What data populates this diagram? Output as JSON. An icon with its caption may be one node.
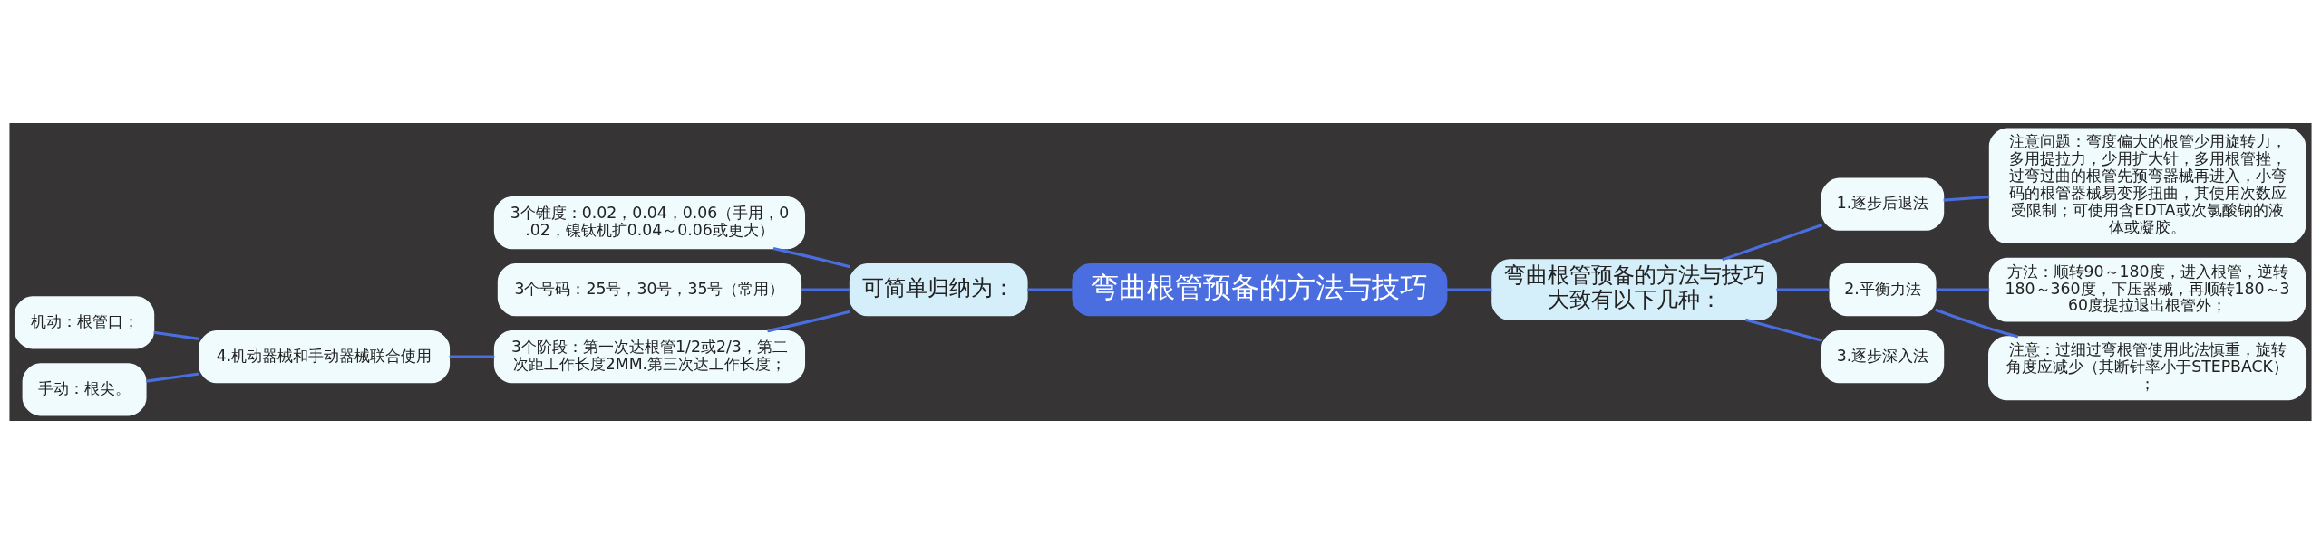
{
  "diagram": {
    "nodes": [
      {
        "text": [
          "弯曲根管预备的方法与技巧"
        ]
      },
      {
        "text": [
          "可简单归纳为："
        ]
      },
      {
        "text": [
          "3个锥度：0.02，0.04，0.06（手用，0.02，镍钛机扩0.04～0.06或更大）"
        ]
      },
      {
        "text": [
          "3个号码：25号，30号，35号（常用）"
        ]
      },
      {
        "text": [
          "3个阶段：第一次达根管1/2或2/3，第二次距工作长度2MM.第三次达工作长度；"
        ]
      },
      {
        "text": [
          "4.机动器械和手动器械联合使用"
        ]
      },
      {
        "text": [
          "机动：根管口；"
        ]
      },
      {
        "text": [
          "手动：根尖。"
        ]
      },
      {
        "text": [
          "弯曲根管预备的方法与技巧大致有以下几种："
        ]
      },
      {
        "text": [
          "1.逐步后退法"
        ]
      },
      {
        "text": [
          "注意问题：弯度偏大的根管少用旋转力，多用提拉力，少用扩大针，多用根管挫，过弯过曲的根管先预弯器械再进入，小弯码的根管器械易变形扭曲，其使用次数应受限制；可使用含EDTA或次氯酸钠的液体或凝胶。"
        ]
      },
      {
        "text": [
          "2.平衡力法"
        ]
      },
      {
        "text": [
          "方法：顺转90～180度，进入根管，逆转180～360度，下压器械，再顺转180～360度提拉退出根管外；"
        ]
      },
      {
        "text": [
          "注意：过细过弯根管使用此法慎重，旋转角度应减少（其断针率小于STEPBACK）；"
        ]
      },
      {
        "text": [
          "3.逐步深入法"
        ]
      }
    ],
    "edges": [
      {
        "from": 0,
        "to": 1,
        "arrow": "none"
      },
      {
        "from": 1,
        "to": 2,
        "arrow": "none"
      },
      {
        "from": 1,
        "to": 3,
        "arrow": "none"
      },
      {
        "from": 1,
        "to": 4,
        "arrow": "none"
      },
      {
        "from": 4,
        "to": 5,
        "arrow": "none"
      },
      {
        "from": 5,
        "to": 6,
        "arrow": "none"
      },
      {
        "from": 5,
        "to": 7,
        "arrow": "none"
      },
      {
        "from": 0,
        "to": 8,
        "arrow": "none"
      },
      {
        "from": 8,
        "to": 9,
        "arrow": "none"
      },
      {
        "from": 9,
        "to": 10,
        "arrow": "none"
      },
      {
        "from": 8,
        "to": 11,
        "arrow": "none"
      },
      {
        "from": 11,
        "to": 12,
        "arrow": "none"
      },
      {
        "from": 11,
        "to": 13,
        "arrow": "none"
      },
      {
        "from": 8,
        "to": 14,
        "arrow": "none"
      }
    ]
  }
}
